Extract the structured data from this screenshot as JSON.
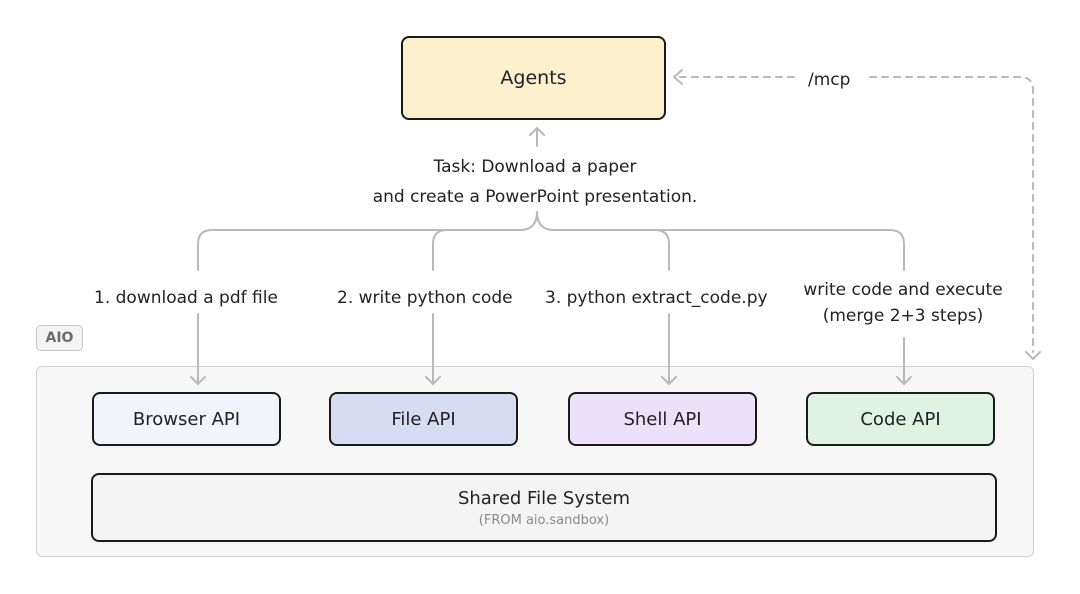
{
  "agents": {
    "label": "Agents"
  },
  "mcp": {
    "label": "/mcp"
  },
  "task": {
    "line1": "Task: Download a paper",
    "line2": "and create a PowerPoint presentation."
  },
  "steps": [
    {
      "label": "1. download a pdf file"
    },
    {
      "label": "2. write python code"
    },
    {
      "label": "3. python extract_code.py"
    },
    {
      "line1": "write code and execute",
      "line2": "(merge 2+3 steps)"
    }
  ],
  "sandbox": {
    "badge": "AIO"
  },
  "apis": [
    {
      "label": "Browser API",
      "color": "#f1f4fb"
    },
    {
      "label": "File API",
      "color": "#d7dcf3"
    },
    {
      "label": "Shell API",
      "color": "#ebe1f8"
    },
    {
      "label": "Code API",
      "color": "#dff2e4"
    }
  ],
  "shared_fs": {
    "title": "Shared File System",
    "subtitle": "(FROM aio.sandbox)"
  },
  "colors": {
    "agents_fill": "#fdf1cd",
    "connector": "#b9b9b9",
    "border": "#1a1a1a"
  }
}
